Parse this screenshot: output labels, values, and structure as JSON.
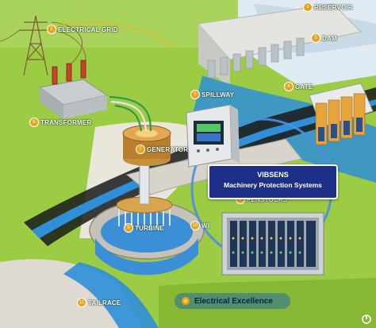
{
  "callouts": [
    {
      "num": "1",
      "label": "RESERVOIR"
    },
    {
      "num": "2",
      "label": "ELECTRICAL GRID"
    },
    {
      "num": "3",
      "label": "DAM"
    },
    {
      "num": "4",
      "label": "GATE"
    },
    {
      "num": "5",
      "label": "SPILLWAY"
    },
    {
      "num": "6",
      "label": "TRANSFORMER"
    },
    {
      "num": "7",
      "label": "GENERATOR"
    },
    {
      "num": "8",
      "label": "PENSTOCKS"
    },
    {
      "num": "9",
      "label": "TURBINE"
    },
    {
      "num": "10",
      "label": "WI"
    },
    {
      "num": "11",
      "label": "TAILRACE"
    }
  ],
  "banner": {
    "title": "VIBSENS",
    "subtitle": "Machinery Protection Systems"
  },
  "footer": {
    "text": "Electrical Excellence"
  },
  "colors": {
    "grass": "#8fbf3a",
    "water": "#2f8fd8",
    "banner": "#1d2f86",
    "accent": "#e8a21e",
    "ring": "#4a8fe0"
  }
}
